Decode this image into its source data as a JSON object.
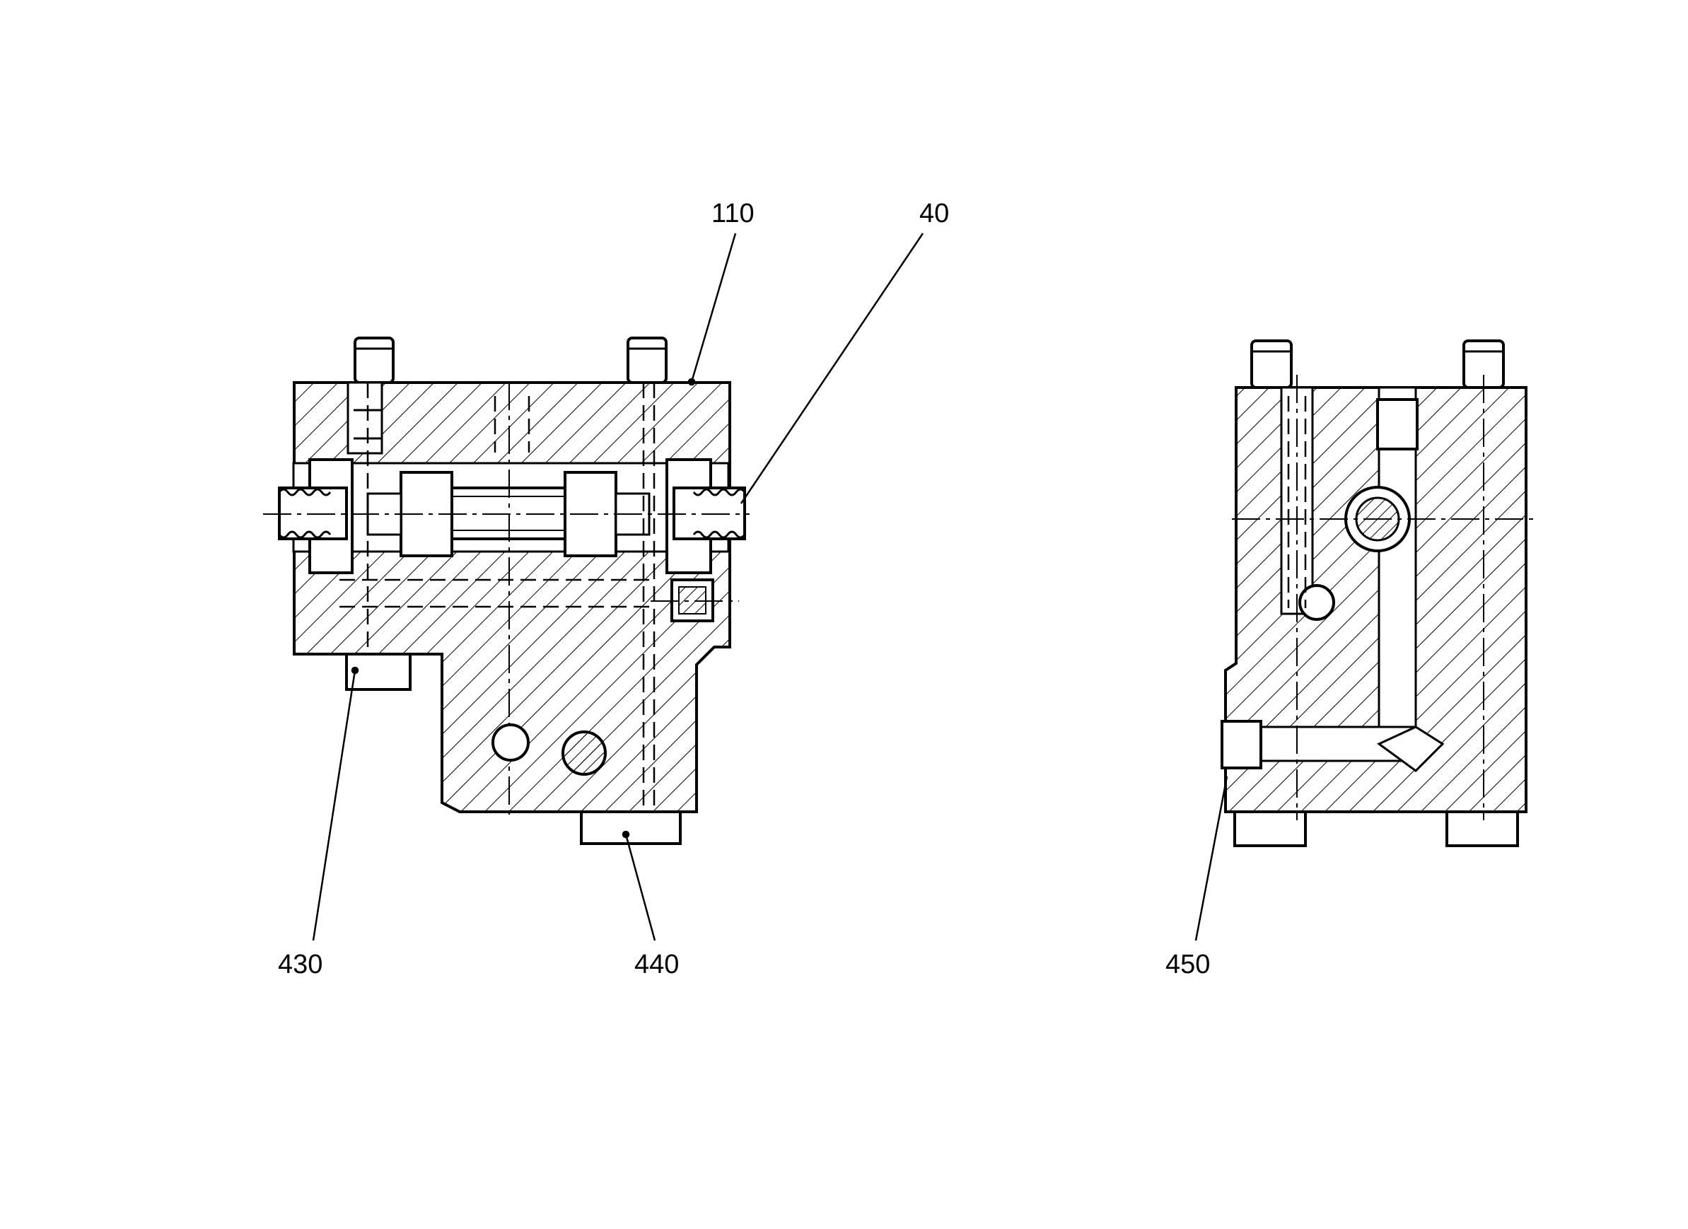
{
  "figure": {
    "reference_numerals": {
      "part_110": "110",
      "part_40": "40",
      "part_430": "430",
      "part_440": "440",
      "part_450": "450"
    }
  },
  "colors": {
    "ink": "#000000",
    "paper": "#ffffff"
  }
}
